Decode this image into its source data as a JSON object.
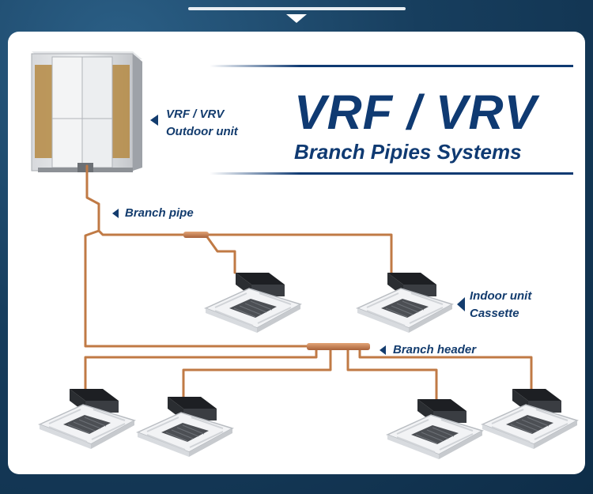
{
  "title": "VRF / VRV",
  "subtitle": "Branch Pipies Systems",
  "labels": {
    "outdoor_line1": "VRF / VRV",
    "outdoor_line2": "Outdoor unit",
    "branch_pipe": "Branch pipe",
    "indoor_line1": "Indoor unit",
    "indoor_line2": "Cassette",
    "branch_header": "Branch header"
  },
  "colors": {
    "title": "#0f3a72",
    "label": "#133c6e",
    "pipe": "#c07a45",
    "panel": "#ffffff"
  }
}
